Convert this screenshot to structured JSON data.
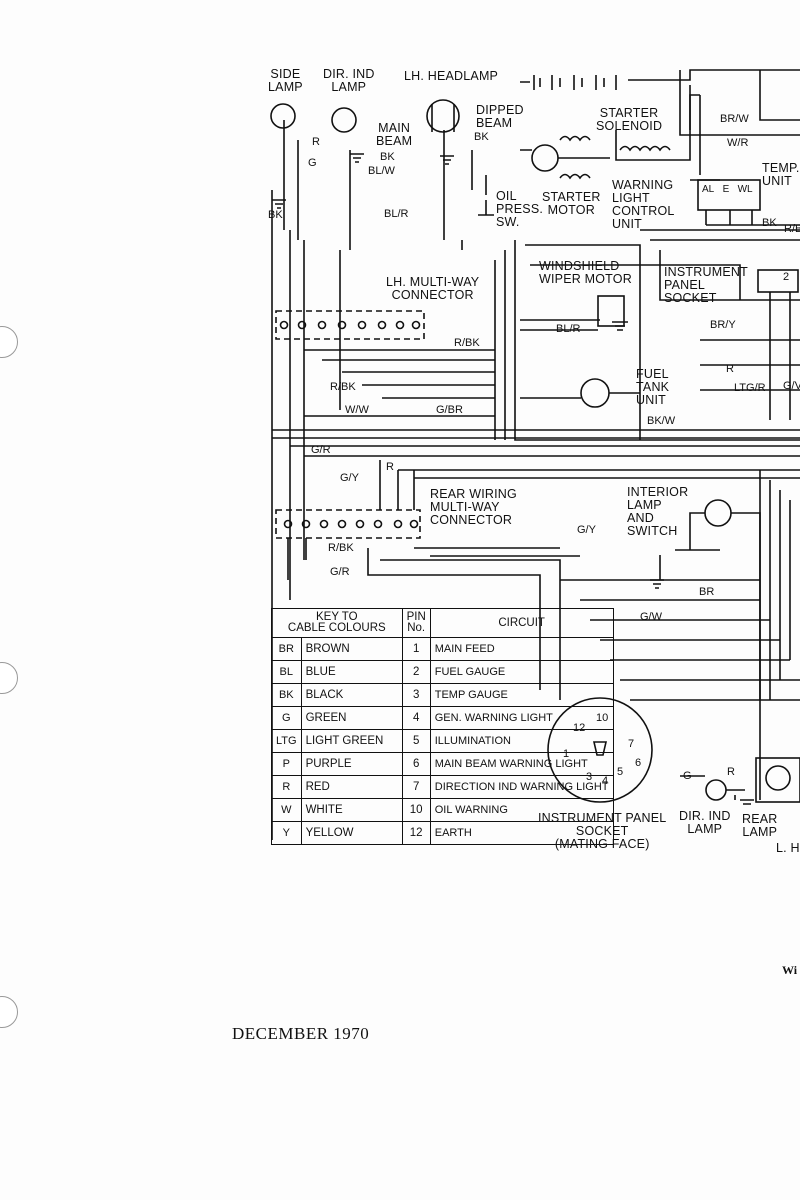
{
  "labels": {
    "side_lamp": [
      "SIDE",
      "LAMP"
    ],
    "dir_ind_lamp": [
      "DIR. IND",
      "LAMP"
    ],
    "lh_headlamp": "LH. HEADLAMP",
    "dipped_beam": [
      "DIPPED",
      "BEAM"
    ],
    "main_beam": [
      "MAIN",
      "BEAM"
    ],
    "starter_solenoid": [
      "STARTER",
      "SOLENOID"
    ],
    "starter_motor": [
      "STARTER",
      "MOTOR"
    ],
    "warning_light_control_unit": [
      "WARNING",
      "LIGHT",
      "CONTROL",
      "UNIT"
    ],
    "temp_unit": [
      "TEMP.",
      "UNIT"
    ],
    "oil_press_sw": [
      "OIL",
      "PRESS.",
      "SW."
    ],
    "lh_multiway_connector": [
      "LH. MULTI-WAY",
      "CONNECTOR"
    ],
    "windshield_wiper_motor": [
      "WINDSHIELD",
      "WIPER MOTOR"
    ],
    "instrument_panel_socket": [
      "INSTRUMENT",
      "PANEL",
      "SOCKET"
    ],
    "fuel_tank_unit": [
      "FUEL",
      "TANK",
      "UNIT"
    ],
    "rear_wiring_connector": [
      "REAR WIRING",
      "MULTI-WAY",
      "CONNECTOR"
    ],
    "interior_lamp_switch": [
      "INTERIOR",
      "LAMP",
      "AND",
      "SWITCH"
    ],
    "instrument_panel_socket_mating": [
      "INSTRUMENT PANEL",
      "SOCKET",
      "(MATING FACE)"
    ],
    "dir_ind_lamp_rear": [
      "DIR. IND",
      "LAMP"
    ],
    "rear_lamp": [
      "REAR",
      "LAMP"
    ],
    "lh_rear_cut": "L. H",
    "control_unit_terminals": [
      "AL",
      "E",
      "WL"
    ]
  },
  "wire_labels": {
    "r1": "R",
    "g1": "G",
    "bk1": "BK",
    "bk2": "BK",
    "bk3": "BK",
    "blw": "BL/W",
    "blr1": "BL/R",
    "brw": "BR/W",
    "wr": "W/R",
    "bkc": "BK",
    "rb": "R/B",
    "blr2": "BL/R",
    "rbk1": "R/BK",
    "rbk2": "R/BK",
    "ww": "W/W",
    "gbr": "G/BR",
    "bry": "BR/Y",
    "r2": "R",
    "ltgr": "LTG/R",
    "gv": "G/V",
    "bkw": "BK/W",
    "gr1": "G/R",
    "gy1": "G/Y",
    "r3": "R",
    "gy2": "G/Y",
    "rbk3": "R/BK",
    "gr2": "G/R",
    "br": "BR",
    "gw": "G/W",
    "g2": "G",
    "r4": "R",
    "two": "2"
  },
  "key_table": {
    "header_key": [
      "KEY TO",
      "CABLE COLOURS"
    ],
    "header_pin": [
      "PIN",
      "No."
    ],
    "header_circuit": "CIRCUIT",
    "rows": [
      {
        "code": "BR",
        "name": "BROWN",
        "pin": "1",
        "circuit": "MAIN FEED"
      },
      {
        "code": "BL",
        "name": "BLUE",
        "pin": "2",
        "circuit": "FUEL GAUGE"
      },
      {
        "code": "BK",
        "name": "BLACK",
        "pin": "3",
        "circuit": "TEMP GAUGE"
      },
      {
        "code": "G",
        "name": "GREEN",
        "pin": "4",
        "circuit": "GEN. WARNING LIGHT"
      },
      {
        "code": "LTG",
        "name": "LIGHT GREEN",
        "pin": "5",
        "circuit": "ILLUMINATION"
      },
      {
        "code": "P",
        "name": "PURPLE",
        "pin": "6",
        "circuit": "MAIN BEAM WARNING LIGHT"
      },
      {
        "code": "R",
        "name": "RED",
        "pin": "7",
        "circuit": "DIRECTION IND WARNING LIGHT"
      },
      {
        "code": "W",
        "name": "WHITE",
        "pin": "10",
        "circuit": "OIL WARNING"
      },
      {
        "code": "Y",
        "name": "YELLOW",
        "pin": "12",
        "circuit": "EARTH"
      }
    ]
  },
  "socket_pins": [
    "10",
    "12",
    "7",
    "1",
    "3",
    "4",
    "5",
    "6"
  ],
  "footer": {
    "date": "DECEMBER 1970",
    "caption_cut": "Wi"
  }
}
